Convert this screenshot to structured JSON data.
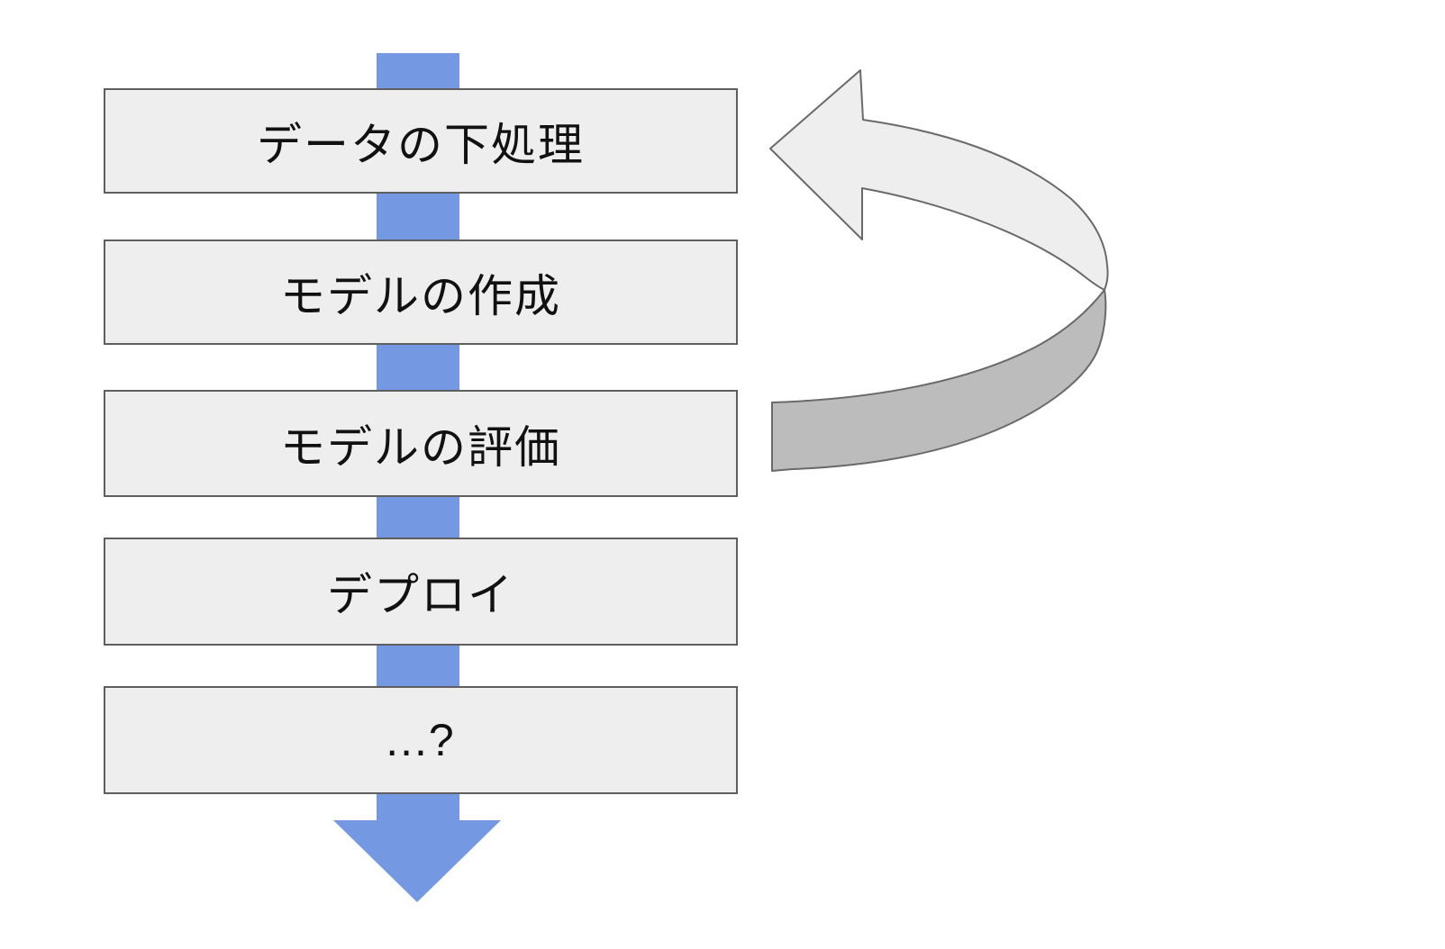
{
  "diagram": {
    "steps": [
      {
        "label": "データの下処理"
      },
      {
        "label": "モデルの作成"
      },
      {
        "label": "モデルの評価"
      },
      {
        "label": "デプロイ"
      },
      {
        "label": "...?"
      }
    ],
    "colors": {
      "background": "#ffffff",
      "flow_arrow_blue": "#7598e2",
      "loop_arrow_front": "#eeeeee",
      "loop_arrow_back": "#bcbcbc",
      "loop_arrow_stroke": "#6a6a6a",
      "box_fill": "#eeeeee",
      "box_border": "#5f5f5f",
      "text": "#111111"
    }
  }
}
